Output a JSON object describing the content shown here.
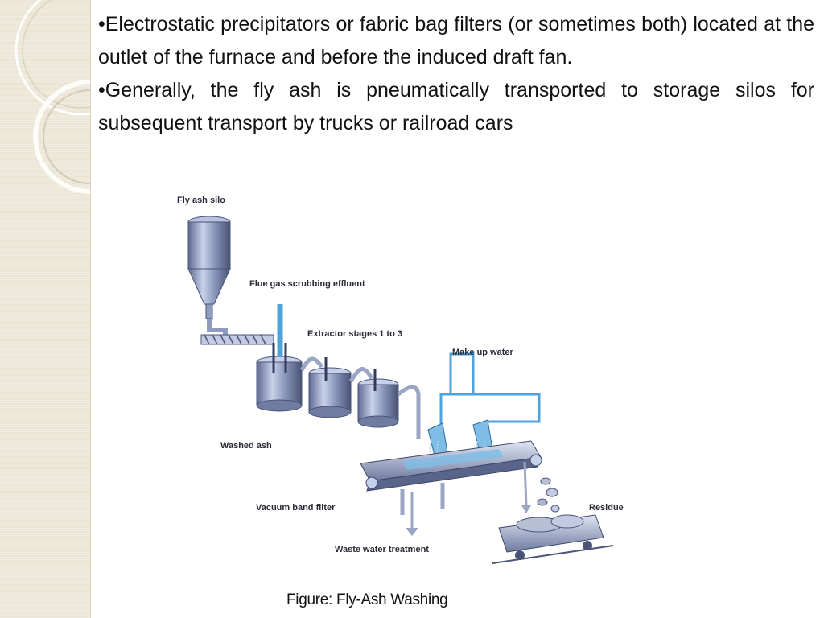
{
  "bullets": [
    "•Electrostatic precipitators or fabric bag filters (or sometimes both) located at the outlet of the furnace and before the induced draft fan.",
    "•Generally, the fly ash is pneumatically transported to storage silos for subsequent transport by trucks or railroad cars"
  ],
  "figure": {
    "labels": {
      "silo": "Fly ash silo",
      "effluent": "Flue gas scrubbing effluent",
      "extractor": "Extractor stages 1 to 3",
      "makeup": "Make up water",
      "washed": "Washed ash",
      "vacuum": "Vacuum band filter",
      "residue": "Residue",
      "waste": "Waste water treatment"
    },
    "caption": "Figure: Fly-Ash Washing"
  },
  "colors": {
    "sidebar": "#ebe6d6",
    "water": "#5aa7d6",
    "metal": "#9aa6c4"
  }
}
